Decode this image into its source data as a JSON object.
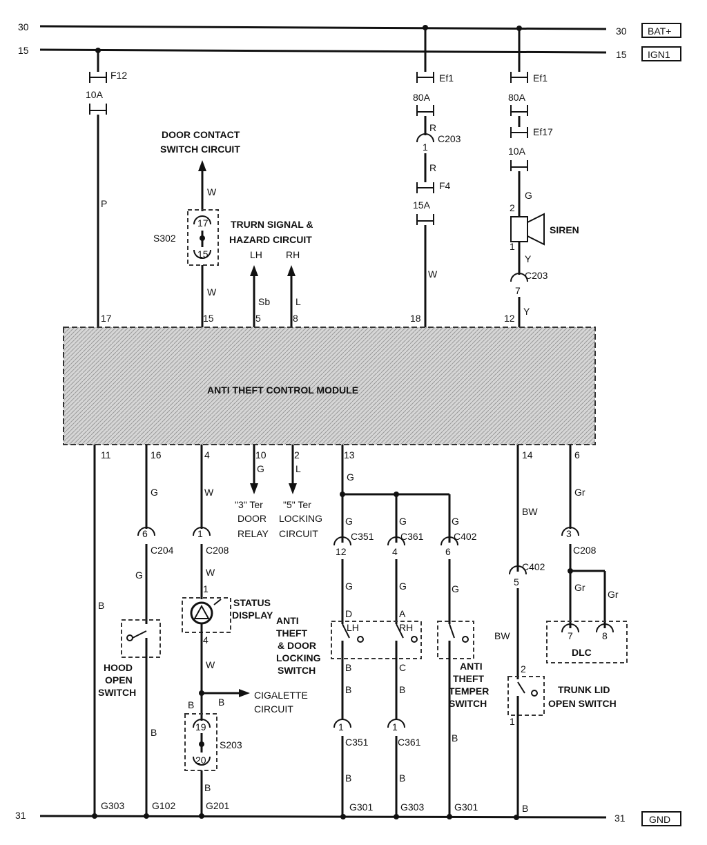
{
  "rails": {
    "r30_left": "30",
    "r30_right": "30",
    "bat": "BAT+",
    "r15_left": "15",
    "r15_right": "15",
    "ign": "IGN1",
    "r31_left": "31",
    "r31_right": "31",
    "gnd": "GND"
  },
  "module": {
    "title": "ANTI THEFT CONTROL MODULE"
  },
  "top_pins": {
    "p17": "17",
    "p15": "15",
    "p5": "5",
    "p8": "8",
    "p18": "18",
    "p12": "12"
  },
  "bottom_pins": {
    "p11": "11",
    "p16": "16",
    "p4": "4",
    "p10": "10",
    "p2": "2",
    "p13": "13",
    "p14": "14",
    "p6": "6"
  },
  "fuses": {
    "f12": "F12",
    "f12_amp": "10A",
    "ef1a": "Ef1",
    "ef1a_amp": "80A",
    "ef1b": "Ef1",
    "ef1b_amp": "80A",
    "ef17": "Ef17",
    "ef17_amp": "10A",
    "f4": "F4",
    "f4_amp": "15A"
  },
  "wire_colors": {
    "p": "P",
    "w1": "W",
    "w2": "W",
    "sb": "Sb",
    "l_top": "L",
    "r1": "R",
    "r2": "R",
    "w_f4": "W",
    "g_siren": "G",
    "y1": "Y",
    "y2": "Y",
    "b_left": "B",
    "g16": "G",
    "g16b": "G",
    "b_hood": "B",
    "w4": "W",
    "w_c208": "W",
    "w_sd": "W",
    "b_cig": "B",
    "b_s203top": "B",
    "b_s203bot": "B",
    "g10": "G",
    "l2": "L",
    "g13": "G",
    "g351": "G",
    "g361": "G",
    "g402": "G",
    "g351b": "G",
    "g361b": "G",
    "g402b": "G",
    "b351": "B",
    "b361": "B",
    "b351b": "B",
    "b361b": "B",
    "b351c": "B",
    "b361c": "B",
    "b_temper": "B",
    "bw1": "BW",
    "bw2": "BW",
    "b_trunk": "B",
    "gr1": "Gr",
    "gr2": "Gr",
    "gr3": "Gr"
  },
  "connectors": {
    "c203a": "C203",
    "c203a_pin": "1",
    "c203b": "C203",
    "c203b_pin": "7",
    "c204": "C204",
    "c204_pin": "6",
    "c208a": "C208",
    "c208a_pin": "1",
    "c351a": "C351",
    "c351a_pin": "12",
    "c361a": "C361",
    "c361a_pin": "4",
    "c402a": "C402",
    "c402a_pin": "6",
    "c402b": "C402",
    "c402b_pin": "5",
    "c208b": "C208",
    "c208b_pin": "3",
    "c351b": "C351",
    "c351b_pin": "1",
    "c361b": "C361",
    "c361b_pin": "1"
  },
  "splices": {
    "s302": "S302",
    "s302_top": "17",
    "s302_bot": "15",
    "s203": "S203",
    "s203_top": "19",
    "s203_bot": "20"
  },
  "labels": {
    "door_contact": [
      "DOOR CONTACT",
      "SWITCH CIRCUIT"
    ],
    "turn": [
      "TRURN SIGNAL &",
      "HAZARD CIRCUIT"
    ],
    "lh": "LH",
    "rh": "RH",
    "siren": "SIREN",
    "siren_pin2": "2",
    "siren_pin1": "1",
    "status": [
      "STATUS",
      "DISPLAY"
    ],
    "sd_pin1": "1",
    "sd_pin4": "4",
    "door_relay": [
      "\"3\" Ter",
      "DOOR",
      "RELAY"
    ],
    "locking": [
      "\"5\" Ter",
      "LOCKING",
      "CIRCUIT"
    ],
    "cig": [
      "CIGALETTE",
      "CIRCUIT"
    ],
    "hood": [
      "HOOD",
      "OPEN",
      "SWITCH"
    ],
    "lock_sw": [
      "ANTI",
      "THEFT",
      "& DOOR",
      "LOCKING",
      "SWITCH"
    ],
    "lock_d": "D",
    "lock_a": "A",
    "lock_b": "B",
    "lock_c": "C",
    "lock_lh": "LH",
    "lock_rh": "RH",
    "temper": [
      "ANTI",
      "THEFT",
      "TEMPER",
      "SWITCH"
    ],
    "trunk": [
      "TRUNK LID",
      "OPEN SWITCH"
    ],
    "trunk_pin2": "2",
    "trunk_pin1": "1",
    "dlc": "DLC",
    "dlc_7": "7",
    "dlc_8": "8"
  },
  "grounds": {
    "g303a": "G303",
    "g102": "G102",
    "g201": "G201",
    "g301a": "G301",
    "g303b": "G303",
    "g301b": "G301"
  }
}
